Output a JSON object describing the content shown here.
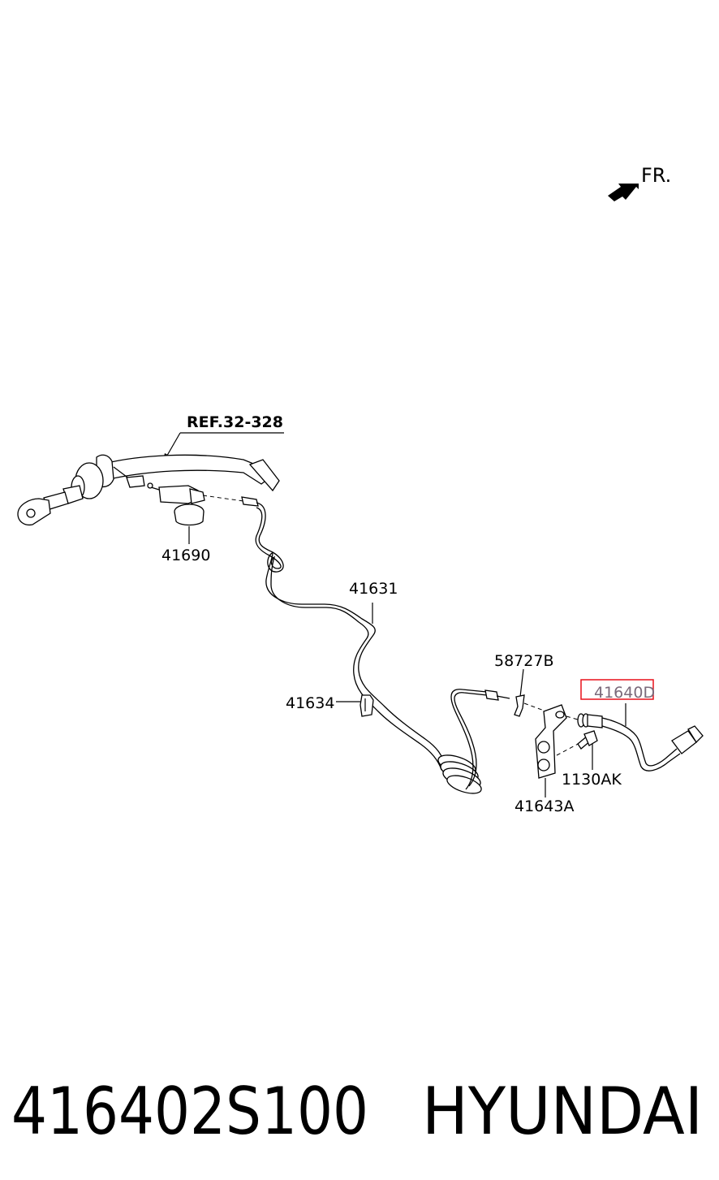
{
  "direction": {
    "label": "FR."
  },
  "reference": {
    "label": "REF.32-328"
  },
  "parts": {
    "p41690": "41690",
    "p41631": "41631",
    "p41634": "41634",
    "p58727B": "58727B",
    "p41640D": "41640D",
    "p1130AK": "1130AK",
    "p41643A": "41643A"
  },
  "highlight": {
    "part": "41640D",
    "color": "#e8111a"
  },
  "footer": {
    "part_number": "416402S100",
    "brand": "HYUNDAI"
  }
}
